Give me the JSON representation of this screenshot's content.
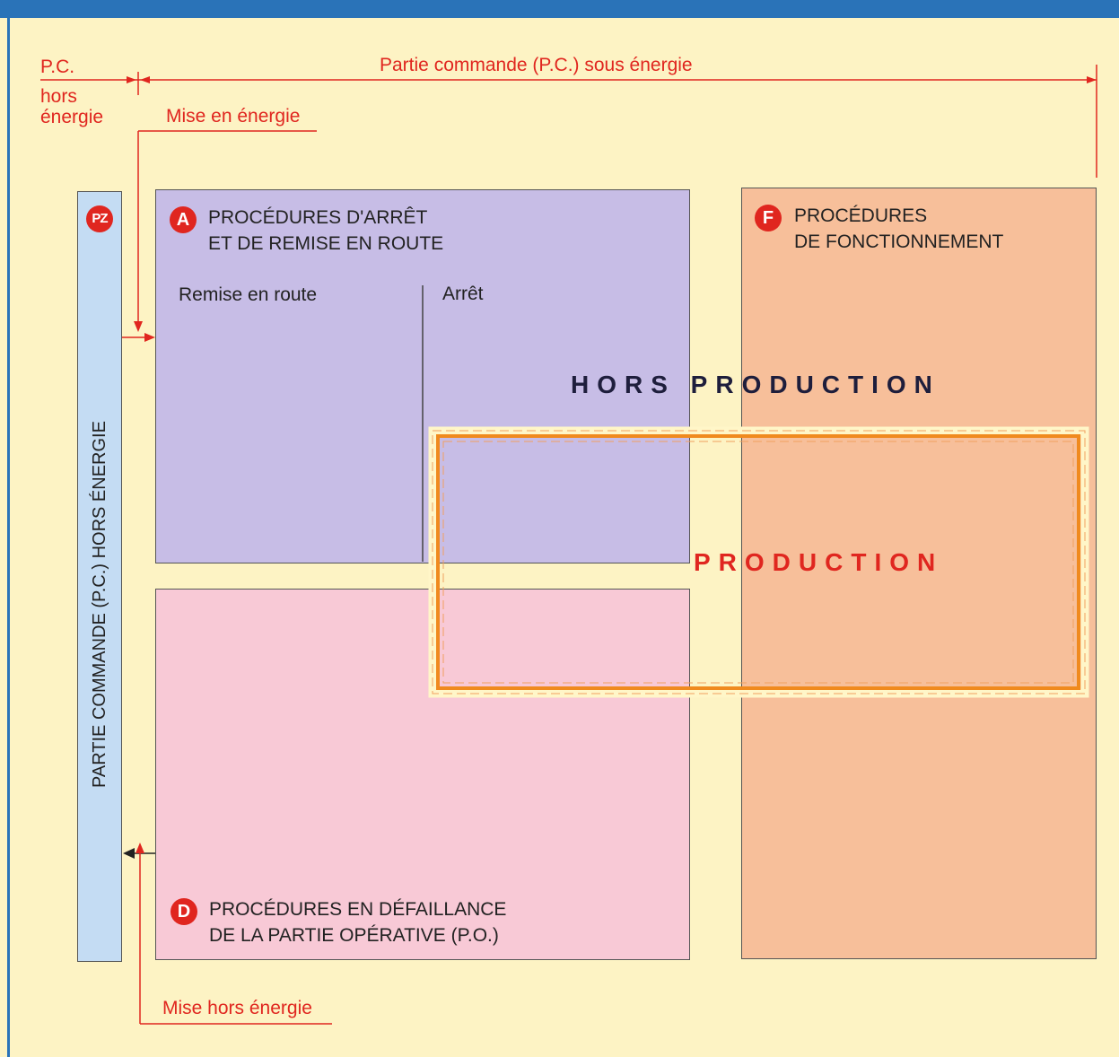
{
  "top_labels": {
    "pc_off_line1": "P.C.",
    "pc_off_line2": "hors",
    "pc_off_line3": "énergie",
    "pc_on": "Partie commande (P.C.) sous énergie",
    "power_on": "Mise en énergie",
    "power_off": "Mise hors énergie"
  },
  "pz": {
    "badge": "PZ",
    "label": "PARTIE COMMANDE (P.C.) HORS ÉNERGIE"
  },
  "box_a": {
    "badge": "A",
    "title_line1": "PROCÉDURES D'ARRÊT",
    "title_line2": "ET DE REMISE EN ROUTE",
    "left_col": "Remise en route",
    "right_col": "Arrêt"
  },
  "box_d": {
    "badge": "D",
    "title_line1": "PROCÉDURES EN DÉFAILLANCE",
    "title_line2": "DE LA PARTIE OPÉRATIVE (P.O.)"
  },
  "box_f": {
    "badge": "F",
    "title_line1": "PROCÉDURES",
    "title_line2": "DE FONCTIONNEMENT"
  },
  "zones": {
    "hors_production": "HORS PRODUCTION",
    "production": "PRODUCTION"
  },
  "colors": {
    "background": "#fdf3c4",
    "frame": "#2a73b8",
    "accent_red": "#e0261f",
    "box_a": "#c7bde6",
    "box_d": "#f8c9d6",
    "box_f": "#f7bf9a",
    "pz_bar": "#c4dcf3",
    "production_frame": "#f08a1e"
  }
}
